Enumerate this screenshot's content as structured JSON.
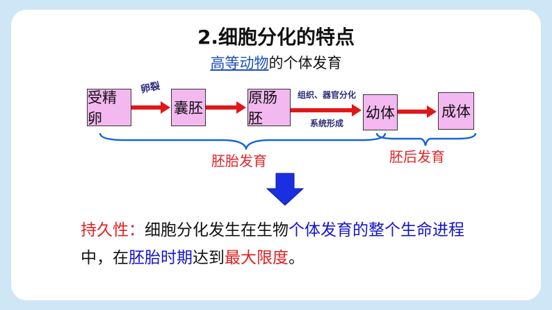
{
  "title": "2.细胞分化的特点",
  "subtitle": {
    "link": "高等动物",
    "rest": "的个体发育"
  },
  "stages": [
    "受精卵",
    "囊胚",
    "原肠胚",
    "幼体",
    "成体"
  ],
  "arrow_labels": {
    "a1": "卵裂",
    "a3_top": "组织、器官分化",
    "a3_bottom": "系统形成"
  },
  "phases": {
    "embryo": "胚胎发育",
    "post": "胚后发育"
  },
  "statement": {
    "p1": "持久性：",
    "p2": "细胞分化发生在生物",
    "p3": "个体发育的整个生命进程",
    "p4": "中，在",
    "p5": "胚胎时期",
    "p6": "达到",
    "p7": "最大限度",
    "p8": "。"
  },
  "colors": {
    "accent_red": "#e02020",
    "accent_blue": "#1515c8",
    "box_fill": "#f3b8f0",
    "down_arrow": "#1a30e0"
  }
}
